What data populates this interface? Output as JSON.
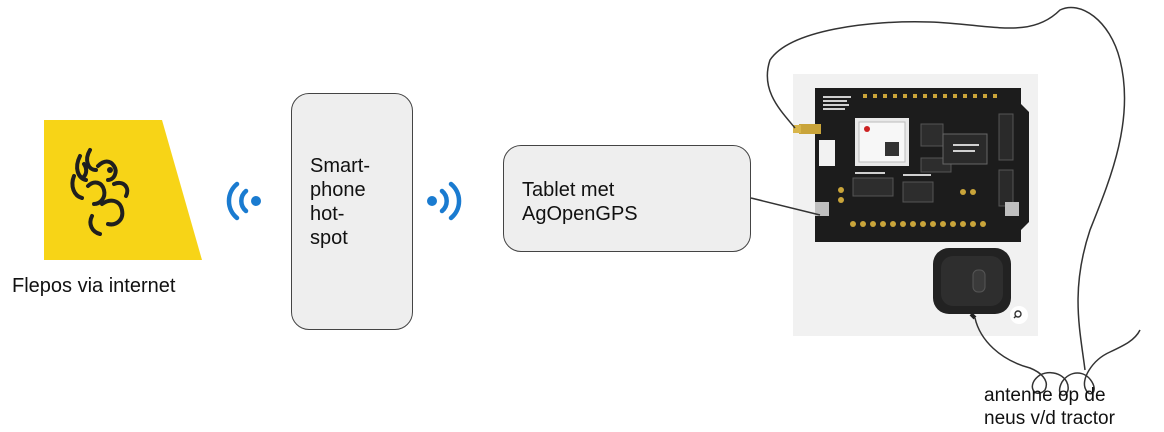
{
  "flepos": {
    "caption": "Flepos via internet",
    "logo_icon": "flemish-lion-logo",
    "logo_color": "#f7d417"
  },
  "phone": {
    "label": "Smart-\nphone\nhot-\nspot"
  },
  "tablet": {
    "label": "Tablet met\nAgOpenGPS"
  },
  "wifi": {
    "icon": "wireless-signal-icon",
    "color": "#1a7bd0"
  },
  "board": {
    "icon": "gps-receiver-board-photo",
    "antenna_icon": "gnss-antenna-icon",
    "zoom_icon": "magnifier-icon"
  },
  "antenna": {
    "caption": "antenne op de\nneus v/d tractor"
  }
}
